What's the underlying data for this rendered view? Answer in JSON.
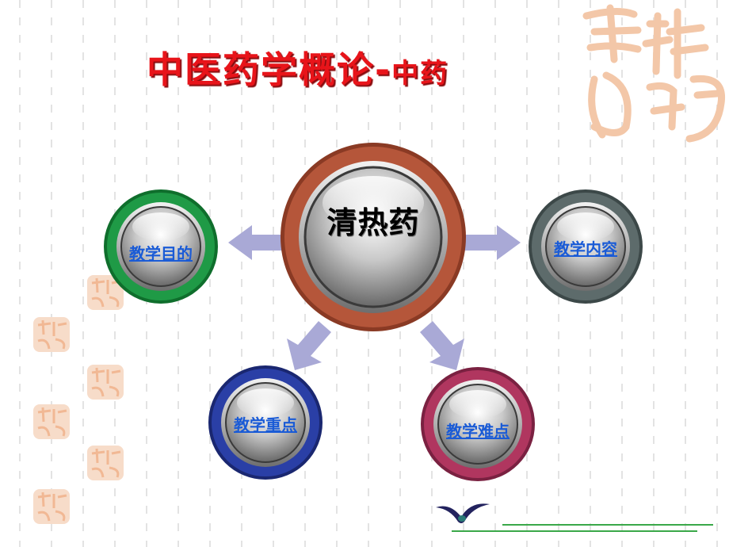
{
  "title": {
    "main": "中医药学概论-",
    "sub": "中药"
  },
  "center": {
    "label": "清热药",
    "ring_color": "#b5563a"
  },
  "nodes": {
    "purpose": {
      "label": "教学目的",
      "ring_color": "#1f9a46"
    },
    "content": {
      "label": "教学内容",
      "ring_color": "#5d6b6b"
    },
    "keypoints": {
      "label": "教学重点",
      "ring_color": "#2a3fa6"
    },
    "difficulties": {
      "label": "教学难点",
      "ring_color": "#b0365f"
    }
  },
  "colors": {
    "title": "#e8141a",
    "link": "#1a5bd6",
    "arrow": "#a9a9d6",
    "watermark": "#f3c7a8"
  }
}
